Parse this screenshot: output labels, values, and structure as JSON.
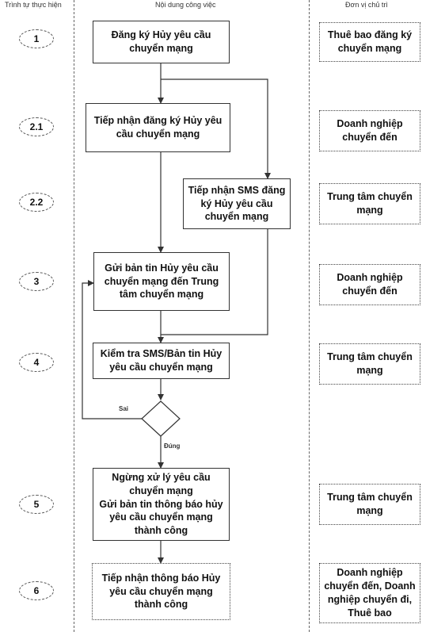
{
  "headers": {
    "step": "Trình tự thực hiện",
    "content": "Nội dung công việc",
    "unit": "Đơn vị chủ trì"
  },
  "steps": [
    "1",
    "2.1",
    "2.2",
    "3",
    "4",
    "5",
    "6"
  ],
  "tasks": {
    "t1": "Đăng ký Hủy yêu cầu chuyển mạng",
    "t21": "Tiếp nhận đăng ký Hủy yêu cầu chuyển mạng",
    "t22": "Tiếp nhận SMS đăng ký Hủy yêu cầu chuyển mạng",
    "t3": "Gửi bản tin Hủy yêu cầu chuyển mạng đến Trung tâm chuyển mạng",
    "t4": "Kiểm tra SMS/Bản tin Hủy yêu cầu chuyển mạng",
    "t5a": "Ngừng xử lý yêu cầu chuyển mạng",
    "t5b": "Gửi bản tin thông báo hủy yêu cầu chuyển mạng thành công",
    "t6": "Tiếp nhận thông báo Hủy yêu cầu chuyển mạng thành công"
  },
  "units": {
    "u1": "Thuê bao đăng ký chuyển mạng",
    "u21": "Doanh nghiệp chuyển đến",
    "u22": "Trung tâm chuyển mạng",
    "u3": "Doanh nghiệp chuyển đến",
    "u4": "Trung tâm chuyển mạng",
    "u5": "Trung tâm chuyển mạng",
    "u6": "Doanh nghiệp chuyển đến, Doanh nghiệp chuyển đi, Thuê bao"
  },
  "decision": {
    "false_label": "Sai",
    "true_label": "Đúng"
  }
}
